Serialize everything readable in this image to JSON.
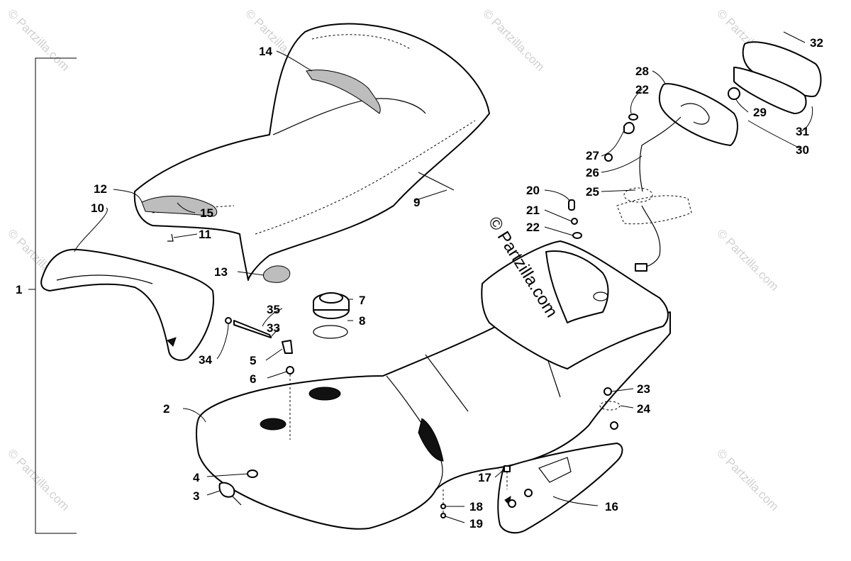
{
  "watermark": {
    "small": "© Partzilla.com",
    "big": "© Partzilla.com"
  },
  "callouts": {
    "c1": "1",
    "c2": "2",
    "c3": "3",
    "c4": "4",
    "c5": "5",
    "c6": "6",
    "c7": "7",
    "c8": "8",
    "c9": "9",
    "c10": "10",
    "c11": "11",
    "c12": "12",
    "c13": "13",
    "c14": "14",
    "c15": "15",
    "c16": "16",
    "c17": "17",
    "c18": "18",
    "c19": "19",
    "c20": "20",
    "c21": "21",
    "c22a": "22",
    "c22b": "22",
    "c23": "23",
    "c24": "24",
    "c25": "25",
    "c26": "26",
    "c27": "27",
    "c28": "28",
    "c29": "29",
    "c30": "30",
    "c31": "31",
    "c32": "32",
    "c33": "33",
    "c34": "34",
    "c35": "35"
  }
}
